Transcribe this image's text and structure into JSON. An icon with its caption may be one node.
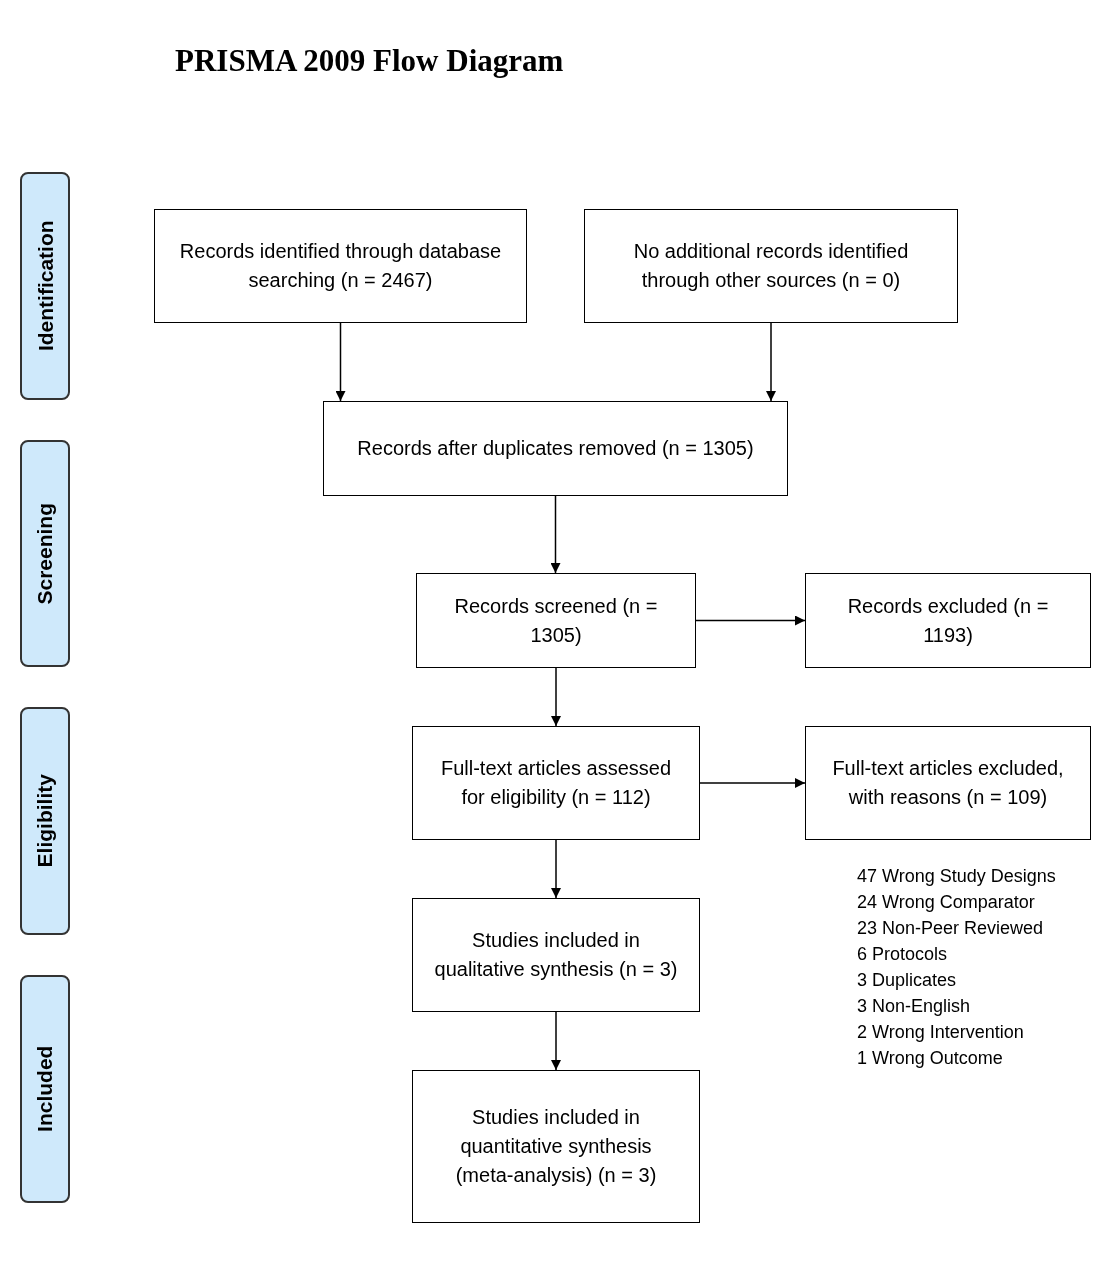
{
  "diagram": {
    "title": "PRISMA 2009 Flow Diagram",
    "nodes": [
      {
        "text": [
          "Identification"
        ]
      },
      {
        "text": [
          "Screening"
        ]
      },
      {
        "text": [
          "Eligibility"
        ]
      },
      {
        "text": [
          "Included"
        ]
      },
      {
        "text": [
          "Records identified through database searching (n = 2467)"
        ]
      },
      {
        "text": [
          "No additional records identified through other sources (n = 0)"
        ]
      },
      {
        "text": [
          "Records after duplicates removed (n = 1305)"
        ]
      },
      {
        "text": [
          "Records screened (n = 1305)"
        ]
      },
      {
        "text": [
          "Records excluded (n = 1193)"
        ]
      },
      {
        "text": [
          "Full-text articles assessed for eligibility (n = 112)"
        ]
      },
      {
        "text": [
          "Full-text articles excluded, with reasons (n = 109)"
        ]
      },
      {
        "text": [
          "Studies included in qualitative synthesis (n = 3)"
        ]
      },
      {
        "text": [
          "Studies included in quantitative synthesis (meta-analysis) (n = 3)"
        ]
      }
    ],
    "edges": [
      {
        "from": 4,
        "to": 6,
        "arrow": "to"
      },
      {
        "from": 5,
        "to": 6,
        "arrow": "to"
      },
      {
        "from": 6,
        "to": 7,
        "arrow": "to"
      },
      {
        "from": 7,
        "to": 8,
        "arrow": "to"
      },
      {
        "from": 7,
        "to": 9,
        "arrow": "to"
      },
      {
        "from": 9,
        "to": 10,
        "arrow": "to"
      },
      {
        "from": 9,
        "to": 11,
        "arrow": "to"
      },
      {
        "from": 11,
        "to": 12,
        "arrow": "to"
      }
    ],
    "labels": [
      "47 Wrong Study Designs",
      "24 Wrong Comparator",
      "23 Non-Peer Reviewed",
      "6 Protocols",
      "3 Duplicates",
      "3 Non-English",
      "2 Wrong Intervention",
      "1 Wrong Outcome"
    ]
  }
}
